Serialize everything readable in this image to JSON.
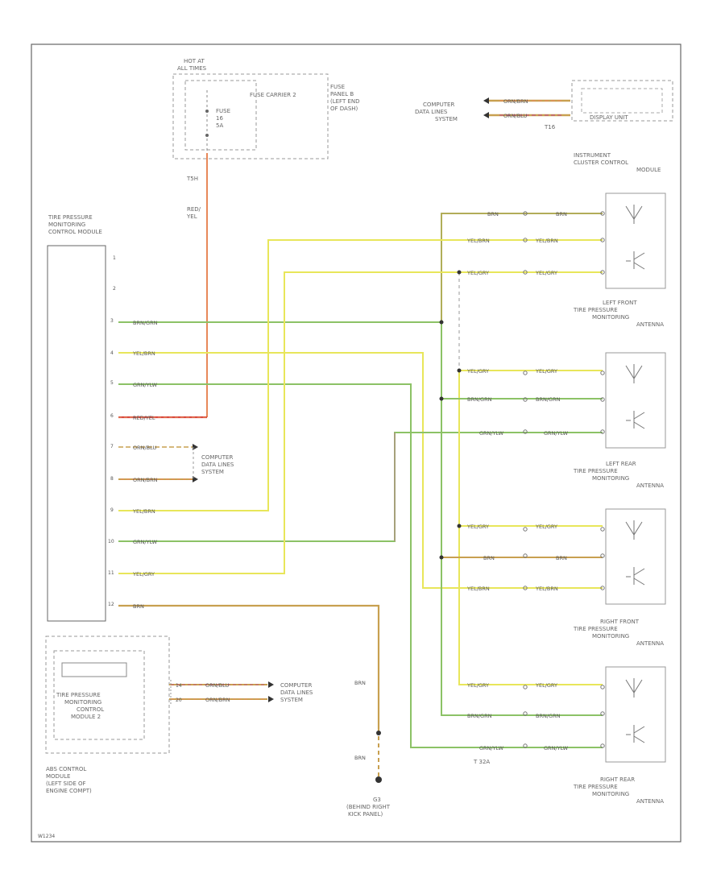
{
  "diagram": {
    "hot_at": [
      "HOT AT",
      "ALL TIMES"
    ],
    "fuse": [
      "FUSE",
      "16",
      "5A"
    ],
    "fuse_carrier": "FUSE CARRIER 2",
    "fuse_panel": [
      "FUSE",
      "PANEL B",
      "(LEFT END",
      "OF DASH)"
    ],
    "t5h": "T5H",
    "red_yel": [
      "RED/",
      "YEL"
    ],
    "tpms_module": [
      "TIRE PRESSURE",
      "MONITORING",
      "CONTROL MODULE"
    ],
    "comp_lines_top": [
      "COMPUTER",
      "DATA LINES",
      "SYSTEM"
    ],
    "comp_lines_mid": [
      "COMPUTER",
      "DATA LINES",
      "SYSTEM"
    ],
    "comp_lines_bot": [
      "COMPUTER",
      "DATA LINES",
      "SYSTEM"
    ],
    "display_unit": "DISPLAY UNIT",
    "t16": "T16",
    "ic_label": [
      "INSTRUMENT",
      "CLUSTER CONTROL",
      "MODULE"
    ],
    "left_front": [
      "LEFT FRONT",
      "TIRE PRESSURE",
      "MONITORING",
      "ANTENNA"
    ],
    "left_rear": [
      "LEFT REAR",
      "TIRE PRESSURE",
      "MONITORING",
      "ANTENNA"
    ],
    "right_front": [
      "RIGHT FRONT",
      "TIRE PRESSURE",
      "MONITORING",
      "ANTENNA"
    ],
    "right_rear": [
      "RIGHT REAR",
      "TIRE PRESSURE",
      "MONITORING",
      "ANTENNA"
    ],
    "abs_inner": [
      "TIRE PRESSURE",
      "MONITORING",
      "CONTROL",
      "MODULE 2"
    ],
    "abs_label": [
      "ABS CONTROL",
      "MODULE",
      "(LEFT SIDE OF",
      "ENGINE COMPT)"
    ],
    "ground": [
      "G3",
      "(BEHIND RIGHT",
      "KICK PANEL)"
    ],
    "t32a": "T 32A",
    "brn": "BRN",
    "figure_id": "W1234",
    "wires": {
      "orn_brn": "ORN/BRN",
      "orn_blu": "ORN/BLU",
      "brn_grn": "BRN/GRN",
      "yel_brn": "YEL/BRN",
      "grn_ylw": "GRN/YLW",
      "red_yel": "RED/YEL",
      "yel_gry": "YEL/GRY",
      "brn": "BRN"
    },
    "pins": {
      "m1": "1",
      "m2": "2",
      "m3": "3",
      "m4": "4",
      "m5": "5",
      "m6": "6",
      "m7": "7",
      "m8": "8",
      "m9": "9",
      "m10": "10",
      "m11": "11",
      "m12": "12",
      "abs14": "14",
      "abs20": "20"
    },
    "colors": {
      "brown": "#c8a050",
      "yellow": "#e8e65a",
      "green": "#8cc266",
      "orange": "#e8885a",
      "red": "#d94a40",
      "frame": "#666666"
    }
  }
}
